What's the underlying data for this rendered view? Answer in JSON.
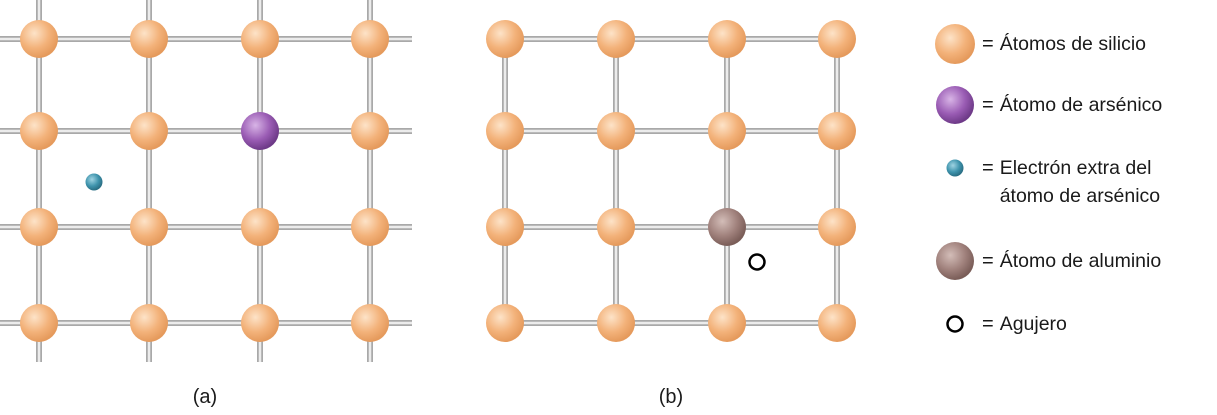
{
  "legend": [
    {
      "symbol": "silicon-atom",
      "text": "Átomos de silicio"
    },
    {
      "symbol": "arsenic-atom",
      "text": "Átomo de arsénico"
    },
    {
      "symbol": "extra-electron",
      "text": "Electrón extra del átomo de arsénico"
    },
    {
      "symbol": "aluminum-atom",
      "text": "Átomo de aluminio"
    },
    {
      "symbol": "hole",
      "text": "Agujero"
    }
  ],
  "equals_sign": "=",
  "captions": {
    "a": "(a)",
    "b": "(b)"
  },
  "lattice_a": {
    "rows": 4,
    "cols": 4,
    "arsenic_at": [
      1,
      2
    ],
    "has_extra_electron": true
  },
  "lattice_b": {
    "rows": 4,
    "cols": 4,
    "aluminum_at": [
      2,
      2
    ],
    "has_hole": true
  },
  "colors": {
    "silicon": "#f3b27a",
    "arsenic": "#9a5cb4",
    "electron": "#3f94ad",
    "aluminum": "#a0817c",
    "hole": "#000000",
    "bond": "#c8c8c8"
  }
}
